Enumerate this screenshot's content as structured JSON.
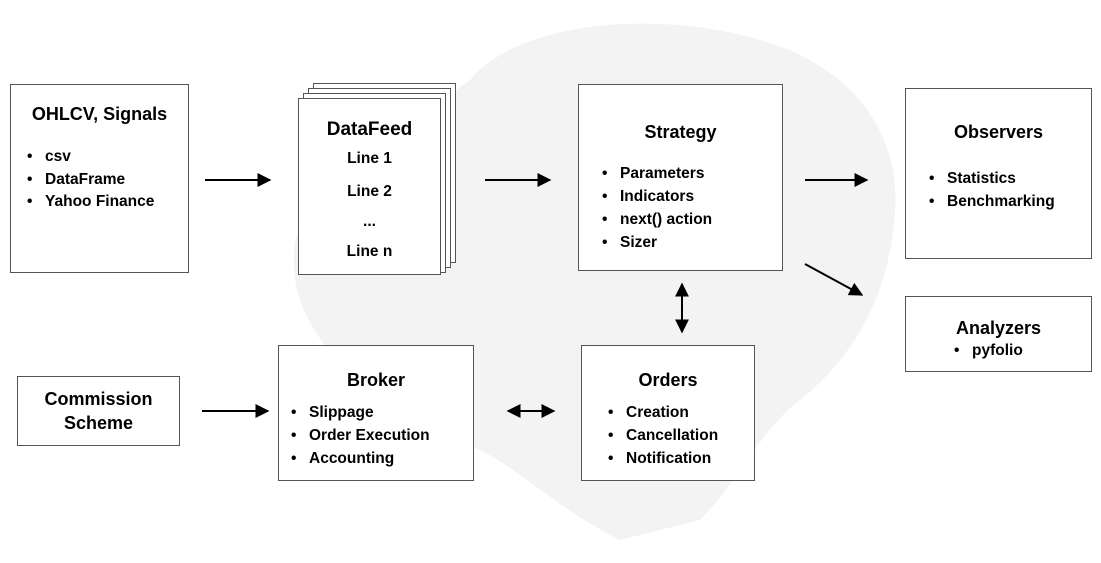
{
  "sources": {
    "title": "OHLCV, Signals",
    "items": [
      "csv",
      "DataFrame",
      "Yahoo Finance"
    ]
  },
  "datafeed": {
    "title": "DataFeed",
    "lines": [
      "Line 1",
      "Line 2",
      "...",
      "Line n"
    ]
  },
  "strategy": {
    "title": "Strategy",
    "items": [
      "Parameters",
      "Indicators",
      "next() action",
      "Sizer"
    ]
  },
  "observers": {
    "title": "Observers",
    "items": [
      "Statistics",
      "Benchmarking"
    ]
  },
  "analyzers": {
    "title": "Analyzers",
    "items": [
      "pyfolio"
    ]
  },
  "commission": {
    "title": "Commission Scheme"
  },
  "broker": {
    "title": "Broker",
    "items": [
      "Slippage",
      "Order Execution",
      "Accounting"
    ]
  },
  "orders": {
    "title": "Orders",
    "items": [
      "Creation",
      "Cancellation",
      "Notification"
    ]
  },
  "colors": {
    "border": "#555555",
    "watermark": "#f2f2f2",
    "arrow": "#000000"
  }
}
